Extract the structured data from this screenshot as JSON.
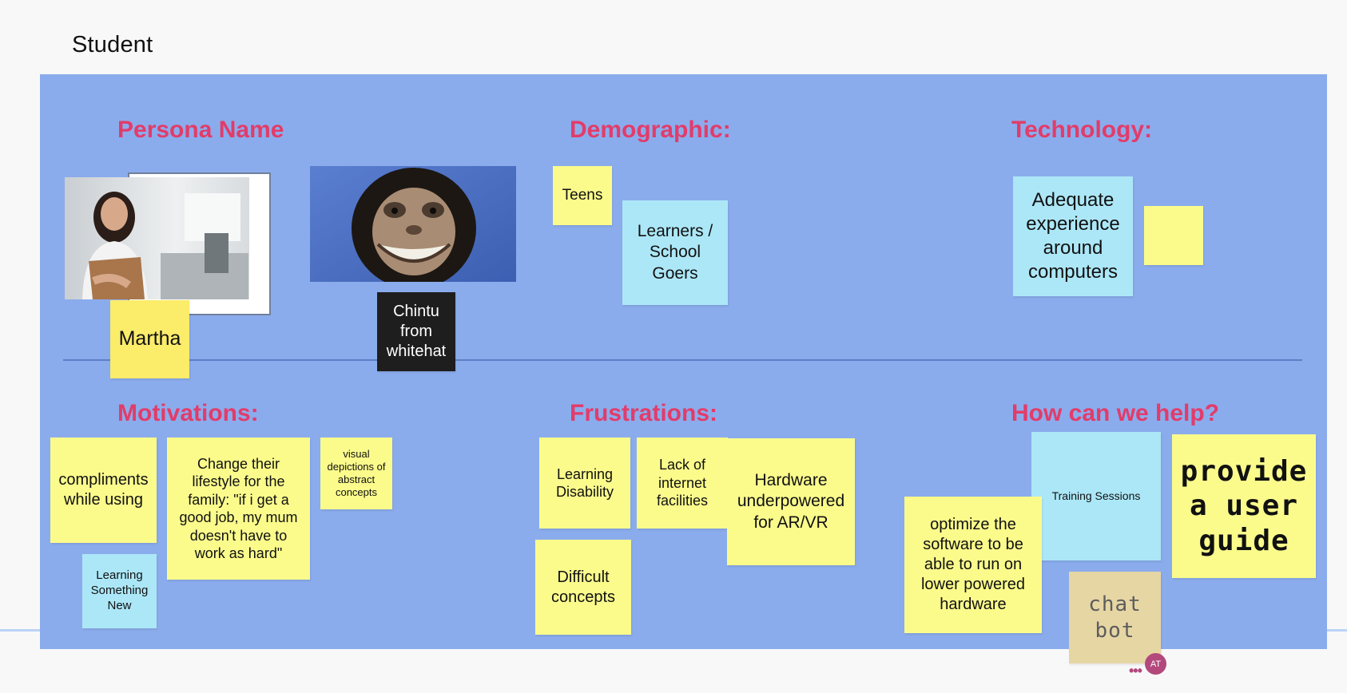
{
  "frame": {
    "title": "Student"
  },
  "headings": {
    "persona": "Persona Name",
    "demographic": "Demographic:",
    "technology": "Technology:",
    "motivations": "Motivations:",
    "frustrations": "Frustrations:",
    "help": "How can we help?"
  },
  "persona": {
    "name1": "Martha",
    "name2": "Chintu from whitehat"
  },
  "demographic": {
    "teens": "Teens",
    "learners": "Learners / School Goers"
  },
  "technology": {
    "experience": "Adequate experience around computers"
  },
  "motivations": {
    "compliments": "compliments while using",
    "lifestyle": "Change their lifestyle for the family: \"if i get a good job, my mum doesn't have to work as hard\"",
    "visual": "visual depictions of abstract concepts",
    "learning": "Learning Something New"
  },
  "frustrations": {
    "disability": "Learning Disability",
    "internet": "Lack of internet facilities",
    "hardware": "Hardware underpowered for AR/VR",
    "difficult": "Difficult concepts"
  },
  "help": {
    "training": "Training Sessions",
    "guide": "provide a user guide",
    "optimize": "optimize the software to be able to run on lower powered hardware",
    "chatbot": "chat bot"
  },
  "collaborator": {
    "initials": "AT",
    "more": "•••"
  },
  "colors": {
    "board": "#8bacec",
    "heading": "#e23c6a",
    "yellow_sticky": "#fbfb8c",
    "blue_sticky": "#ace7f7",
    "avatar": "#b2487c"
  }
}
